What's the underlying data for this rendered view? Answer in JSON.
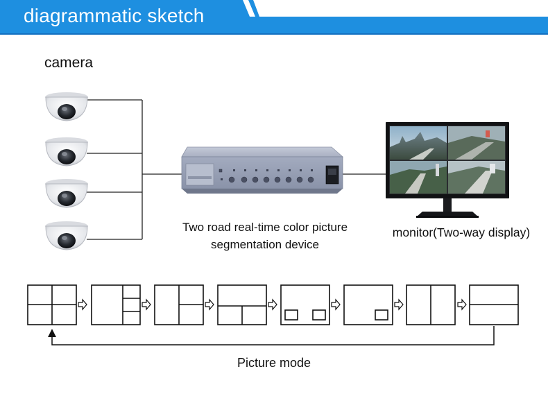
{
  "banner": {
    "title": "diagrammatic sketch",
    "color": "#1e8fe0"
  },
  "camera_label": "camera",
  "device_label_line1": "Two road real-time color picture",
  "device_label_line2": "segmentation device",
  "monitor_label": "monitor(Two-way display)",
  "picture_mode_label": "Picture mode",
  "cameras": [
    "dome-camera-1",
    "dome-camera-2",
    "dome-camera-3",
    "dome-camera-4"
  ],
  "picture_modes": [
    "quad-split",
    "one-large-three-small",
    "large-left-two-right",
    "top-large-two-bottom",
    "two-pip",
    "single-pip",
    "side-by-side",
    "top-bottom"
  ],
  "colors": {
    "wire": "#222222",
    "device_body": "#9aa3b8",
    "screen_bezel": "#1a1a1a"
  }
}
